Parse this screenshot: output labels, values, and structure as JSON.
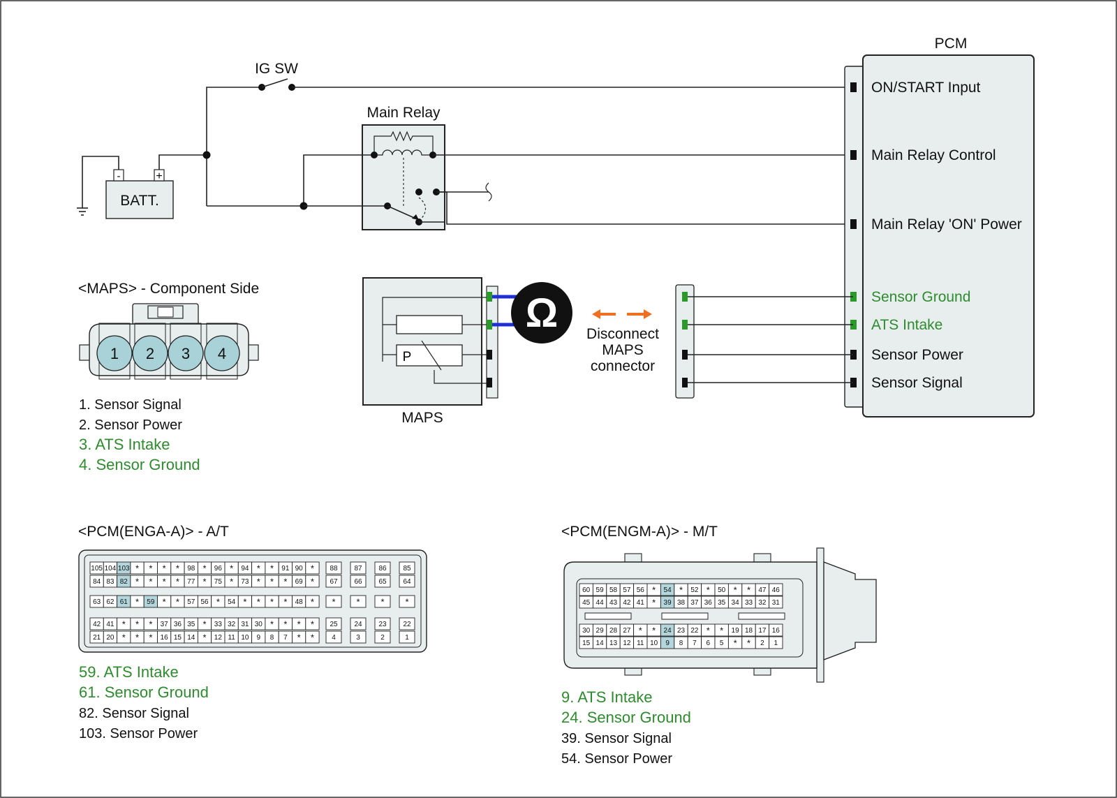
{
  "circuit": {
    "ig_sw": "IG SW",
    "main_relay": "Main Relay",
    "batt": "BATT.",
    "batt_minus": "-",
    "batt_plus": "+",
    "maps": "MAPS",
    "ohm": "Ω",
    "disconnect": [
      "Disconnect",
      "MAPS",
      "connector"
    ],
    "pcm": {
      "title": "PCM",
      "terminals": [
        {
          "label": "ON/START Input",
          "color": "#111111"
        },
        {
          "label": "Main Relay Control",
          "color": "#111111"
        },
        {
          "label": "Main Relay 'ON' Power",
          "color": "#111111"
        },
        {
          "label": "Sensor Ground",
          "color": "#2e8b2e"
        },
        {
          "label": "ATS Intake",
          "color": "#2e8b2e"
        },
        {
          "label": "Sensor Power",
          "color": "#111111"
        },
        {
          "label": "Sensor Signal",
          "color": "#111111"
        }
      ]
    },
    "maps_sensor_letter": "P"
  },
  "maps_connector": {
    "title": "<MAPS> - Component Side",
    "pins": [
      "1",
      "2",
      "3",
      "4"
    ],
    "legend": [
      {
        "text": "1. Sensor Signal",
        "color": "#111111"
      },
      {
        "text": "2. Sensor Power",
        "color": "#111111"
      },
      {
        "text": "3. ATS Intake",
        "color": "#2e8b2e"
      },
      {
        "text": "4. Sensor Ground",
        "color": "#2e8b2e"
      }
    ]
  },
  "pcm_at": {
    "title": "<PCM(ENGA-A)> - A/T",
    "rows": [
      [
        "105",
        "104",
        "103",
        "*",
        "*",
        "*",
        "*",
        "98",
        "*",
        "96",
        "*",
        "94",
        "*",
        "*",
        "91",
        "90",
        "*"
      ],
      [
        "84",
        "83",
        "82",
        "*",
        "*",
        "*",
        "*",
        "77",
        "*",
        "75",
        "*",
        "73",
        "*",
        "*",
        "*",
        "69",
        "*"
      ],
      [
        "63",
        "62",
        "61",
        "*",
        "59",
        "*",
        "*",
        "57",
        "56",
        "*",
        "54",
        "*",
        "*",
        "*",
        "*",
        "48",
        "*"
      ],
      [
        "42",
        "41",
        "*",
        "*",
        "*",
        "37",
        "36",
        "35",
        "*",
        "33",
        "32",
        "31",
        "30",
        "*",
        "*",
        "*",
        "*"
      ],
      [
        "21",
        "20",
        "*",
        "*",
        "*",
        "16",
        "15",
        "14",
        "*",
        "12",
        "11",
        "10",
        "9",
        "8",
        "7",
        "*",
        "*"
      ]
    ],
    "side_rows": [
      [
        "88",
        "87",
        "86",
        "85"
      ],
      [
        "67",
        "66",
        "65",
        "64"
      ],
      [
        "*",
        "*",
        "*",
        "*"
      ],
      [
        "25",
        "24",
        "23",
        "22"
      ],
      [
        "4",
        "3",
        "2",
        "1"
      ]
    ],
    "highlight": [
      "103",
      "82",
      "61",
      "59"
    ],
    "legend": [
      {
        "text": "59. ATS Intake",
        "color": "#2e8b2e"
      },
      {
        "text": "61. Sensor Ground",
        "color": "#2e8b2e"
      },
      {
        "text": "82. Sensor Signal",
        "color": "#111111"
      },
      {
        "text": "103. Sensor Power",
        "color": "#111111"
      }
    ]
  },
  "pcm_mt": {
    "title": "<PCM(ENGM-A)> - M/T",
    "rows": [
      [
        "60",
        "59",
        "58",
        "57",
        "56",
        "*",
        "54",
        "*",
        "52",
        "*",
        "50",
        "*",
        "*",
        "47",
        "46"
      ],
      [
        "45",
        "44",
        "43",
        "42",
        "41",
        "*",
        "39",
        "38",
        "37",
        "36",
        "35",
        "34",
        "33",
        "32",
        "31"
      ],
      [
        "30",
        "29",
        "28",
        "27",
        "*",
        "*",
        "24",
        "23",
        "22",
        "*",
        "*",
        "19",
        "18",
        "17",
        "16"
      ],
      [
        "15",
        "14",
        "13",
        "12",
        "11",
        "10",
        "9",
        "8",
        "7",
        "6",
        "5",
        "*",
        "*",
        "2",
        "1"
      ]
    ],
    "highlight": [
      "54",
      "39",
      "24",
      "9"
    ],
    "legend": [
      {
        "text": "9. ATS Intake",
        "color": "#2e8b2e"
      },
      {
        "text": "24. Sensor Ground",
        "color": "#2e8b2e"
      },
      {
        "text": "39. Sensor Signal",
        "color": "#111111"
      },
      {
        "text": "54. Sensor Power",
        "color": "#111111"
      }
    ]
  },
  "colors": {
    "panel": "#e8eeee",
    "highlight": "#b3d6dc",
    "pin_fill": "#a8d2d8",
    "accent_green": "#2e8b2e",
    "arrow": "#f07020",
    "probe_wire": "#1f2fd6"
  }
}
